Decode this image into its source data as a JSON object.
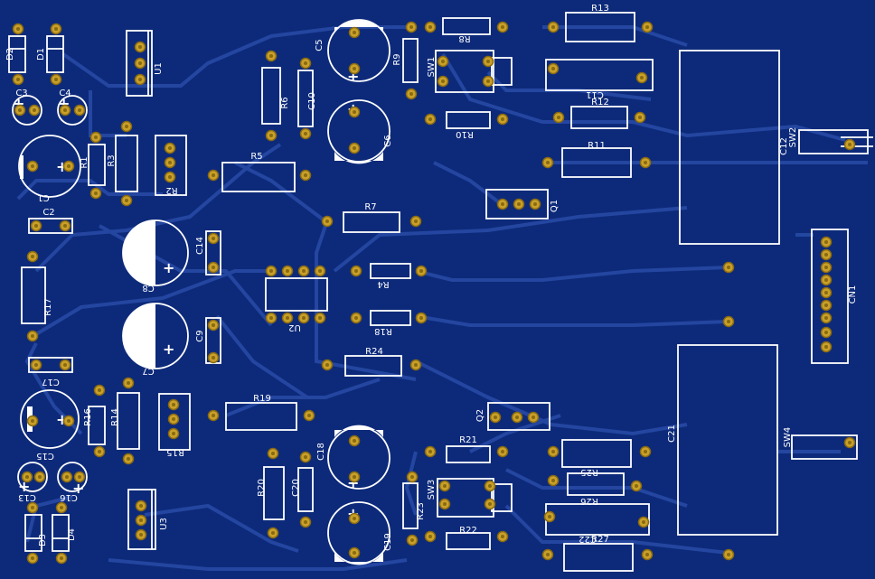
{
  "board": {
    "background": "#0d2a7a",
    "trace_color": "#2446a0",
    "silk_color": "#ffffff",
    "pad_color": "#c8a02a",
    "pad_ring_color": "#8a6a10"
  },
  "components": {
    "U1": "U1",
    "U2": "U2",
    "U3": "U3",
    "D1": "D1",
    "D2": "D2",
    "D3": "D3",
    "D4": "D4",
    "C1": "C1",
    "C2": "C2",
    "C3": "C3",
    "C4": "C4",
    "C5": "C5",
    "C6": "C6",
    "C7": "C7",
    "C8": "C8",
    "C9": "C9",
    "C10": "C10",
    "C11": "C11",
    "C12": "C12",
    "C13": "C13",
    "C14": "C14",
    "C15": "C15",
    "C16": "C16",
    "C17": "C17",
    "C18": "C18",
    "C19": "C19",
    "C20": "C20",
    "C21": "C21",
    "C22": "C22",
    "R1": "R1",
    "R2": "R2",
    "R3": "R3",
    "R4": "R4",
    "R5": "R5",
    "R6": "R6",
    "R7": "R7",
    "R8": "R8",
    "R9": "R9",
    "R10": "R10",
    "R11": "R11",
    "R12": "R12",
    "R13": "R13",
    "R14": "R14",
    "R15": "R15",
    "R16": "R16",
    "R17": "R17",
    "R18": "R18",
    "R19": "R19",
    "R20": "R20",
    "R21": "R21",
    "R22": "R22",
    "R23": "R23",
    "R24": "R24",
    "R25": "R25",
    "R26": "R26",
    "R27": "R27",
    "Q1": "Q1",
    "Q2": "Q2",
    "SW1": "SW1",
    "SW2": "SW2",
    "SW3": "SW3",
    "SW4": "SW4",
    "CN1": "CN1"
  },
  "polarity": {
    "plus": "+"
  }
}
